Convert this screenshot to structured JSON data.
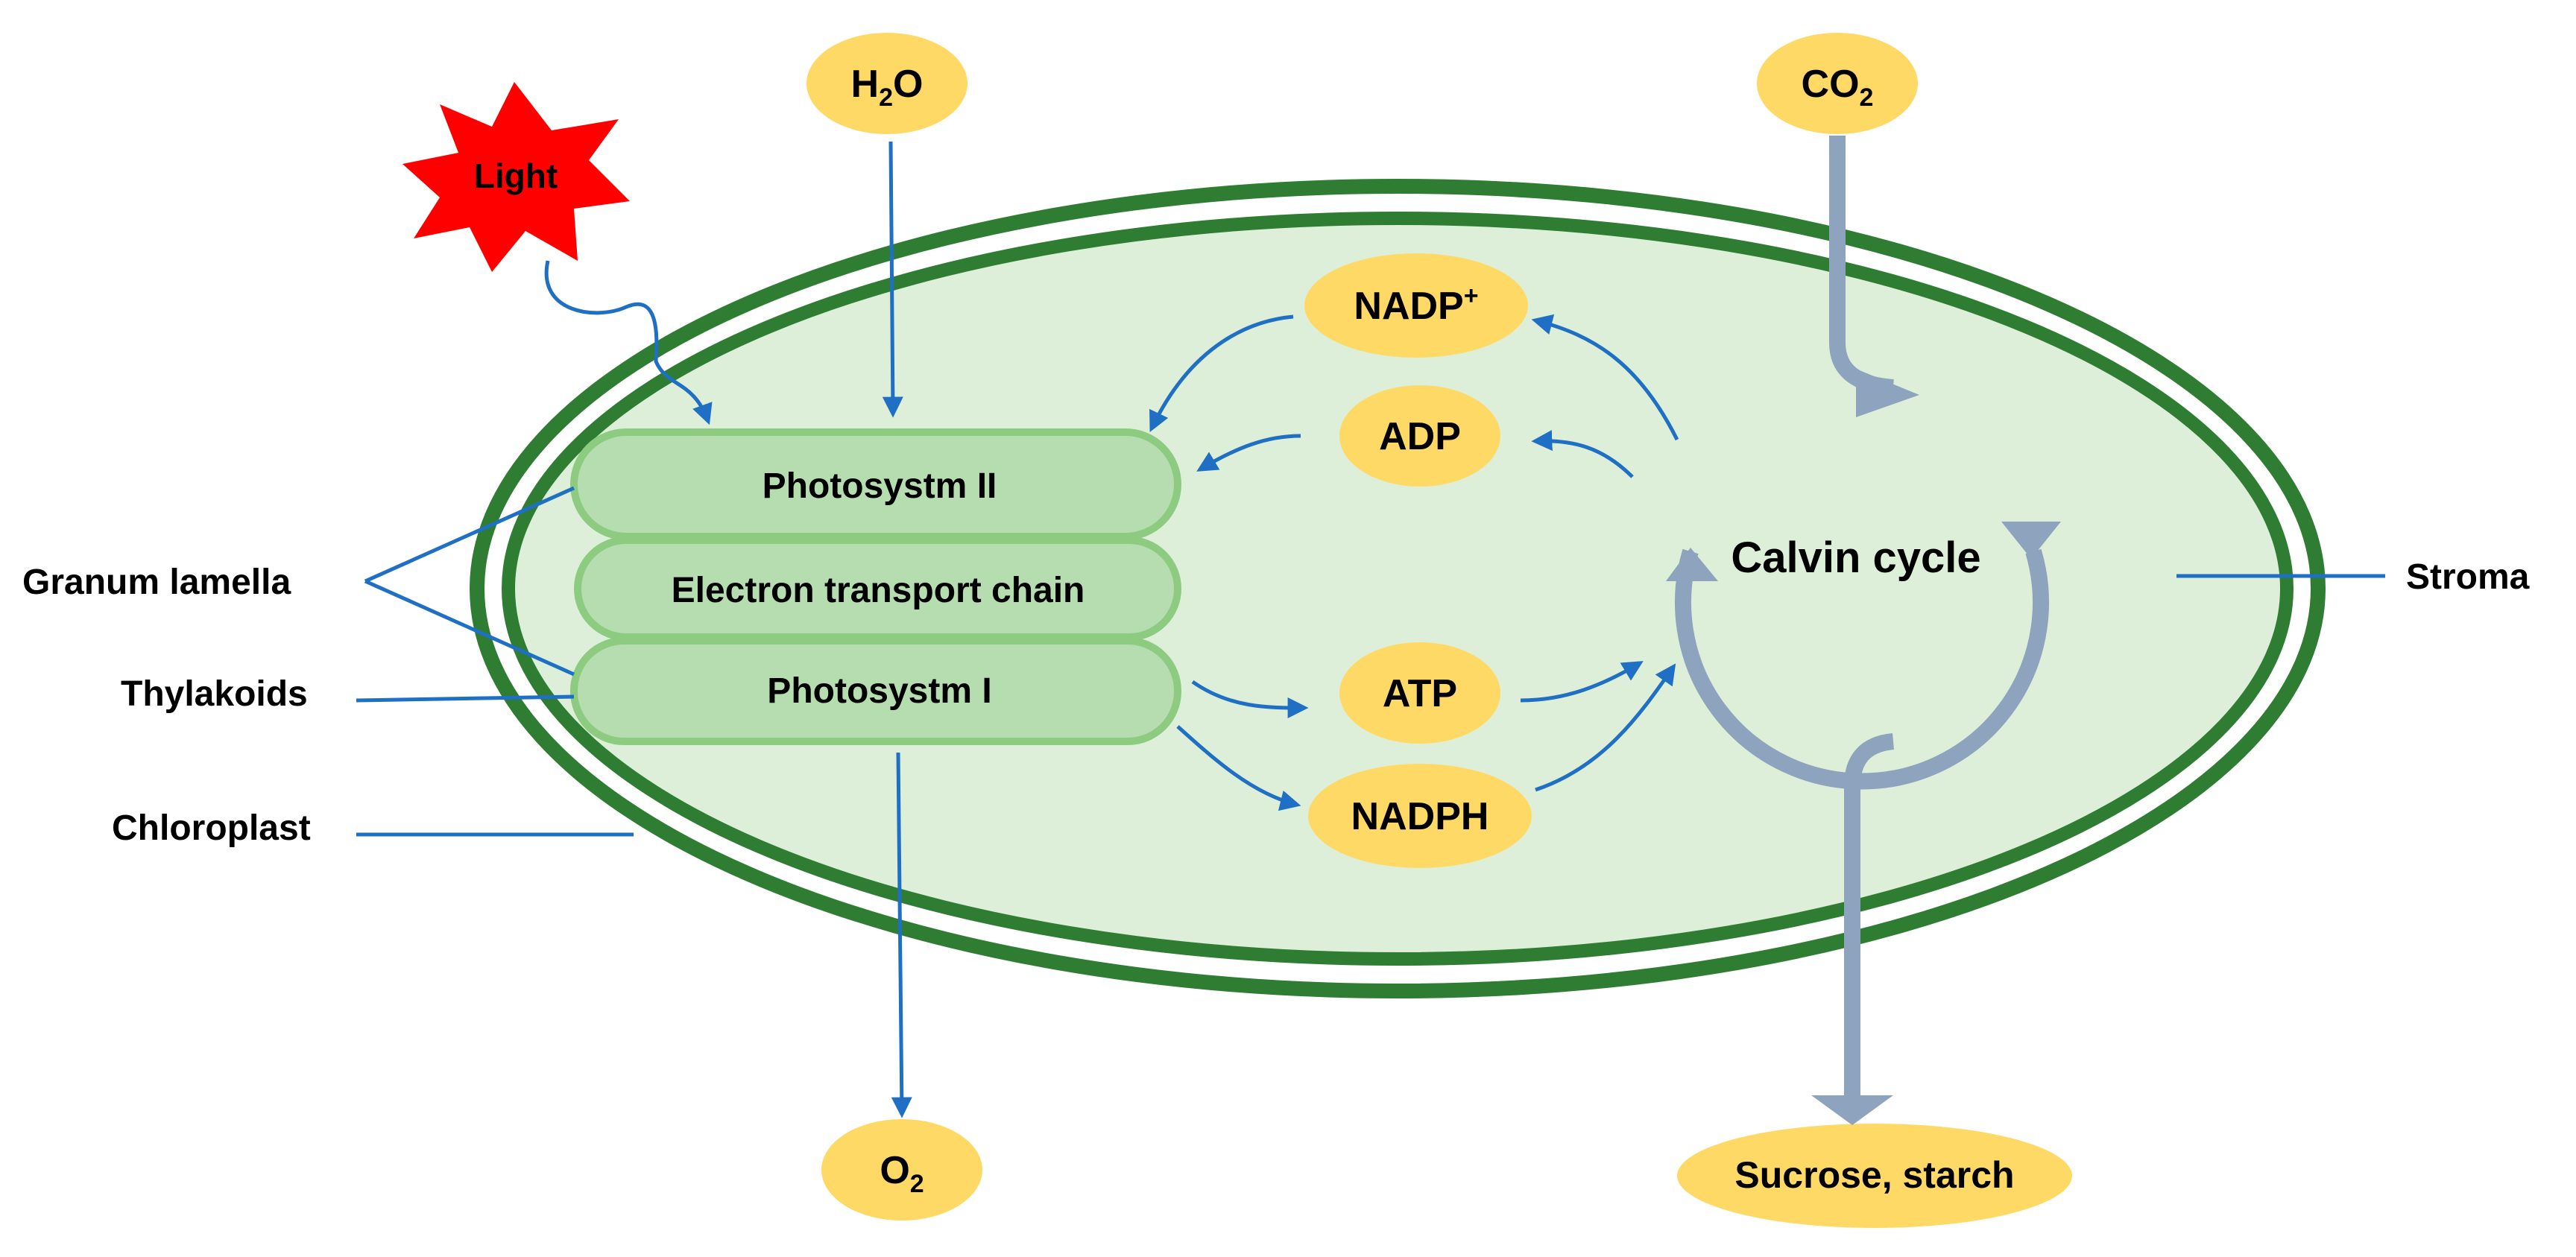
{
  "colors": {
    "membrane": "#2E7D32",
    "stroma": "#DDEFD8",
    "thylakoid_fill": "#B6DDB0",
    "thylakoid_edge": "#8CCB80",
    "molecule": "#FFD966",
    "arrow": "#1F6FC4",
    "cycle": "#8EA4BE",
    "light": "#FF0000"
  },
  "inputs": {
    "light": "Light",
    "water": {
      "main": "H",
      "sub": "2",
      "tail": "O"
    },
    "co2": {
      "main": "CO",
      "sub": "2"
    }
  },
  "outputs": {
    "oxygen": {
      "main": "O",
      "sub": "2"
    },
    "sugar": "Sucrose, starch"
  },
  "thylakoids": {
    "psii": "Photosystm II",
    "etc": "Electron transport chain",
    "psi": "Photosystm I"
  },
  "molecules": {
    "nadp": {
      "main": "NADP",
      "sup": "+"
    },
    "adp": "ADP",
    "atp": "ATP",
    "nadph": "NADPH"
  },
  "cycle": {
    "label": "Calvin cycle"
  },
  "labels": {
    "granum": "Granum lamella",
    "thylakoids": "Thylakoids",
    "chloroplast": "Chloroplast",
    "stroma": "Stroma"
  }
}
